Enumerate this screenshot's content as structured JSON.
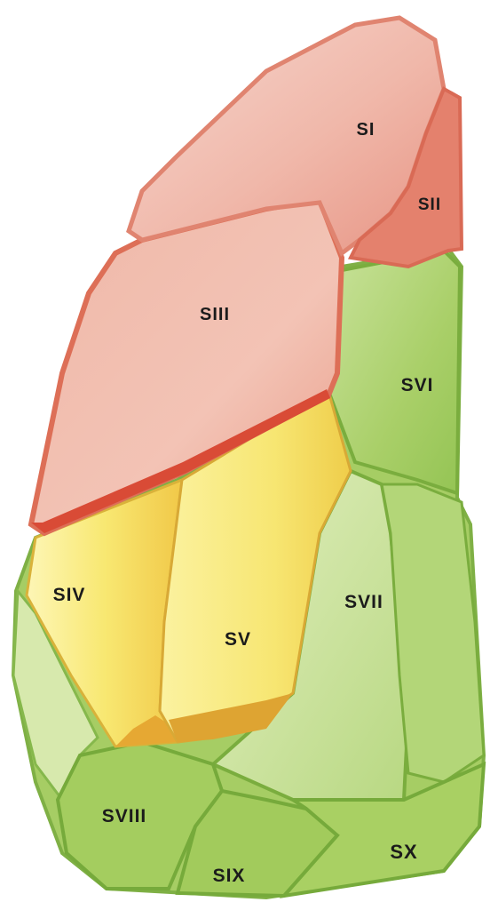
{
  "segments": [
    {
      "id": "s1",
      "label": "SI",
      "color": "#e9a393"
    },
    {
      "id": "s2",
      "label": "SII",
      "color": "#e3826f"
    },
    {
      "id": "s3",
      "label": "SIII",
      "color": "#eeaa98"
    },
    {
      "id": "s4",
      "label": "SIV",
      "color": "#f6e977"
    },
    {
      "id": "s5",
      "label": "SV",
      "color": "#f3dc58"
    },
    {
      "id": "s6",
      "label": "SVI",
      "color": "#a9cf6c"
    },
    {
      "id": "s7",
      "label": "SVII",
      "color": "#b6d97a"
    },
    {
      "id": "s8",
      "label": "SVIII",
      "color": "#a7cf64"
    },
    {
      "id": "s9",
      "label": "SIX",
      "color": "#a3cc5e"
    },
    {
      "id": "s10",
      "label": "SX",
      "color": "#abd265"
    }
  ],
  "colors": {
    "background": "#ffffff",
    "red_lobe": "#e98c78",
    "red_edge": "#d9553f",
    "yellow_lobe": "#f4e36a",
    "yellow_shadow": "#e0a82c",
    "green_lobe": "#a8d065",
    "green_edge": "#79ad3c"
  }
}
